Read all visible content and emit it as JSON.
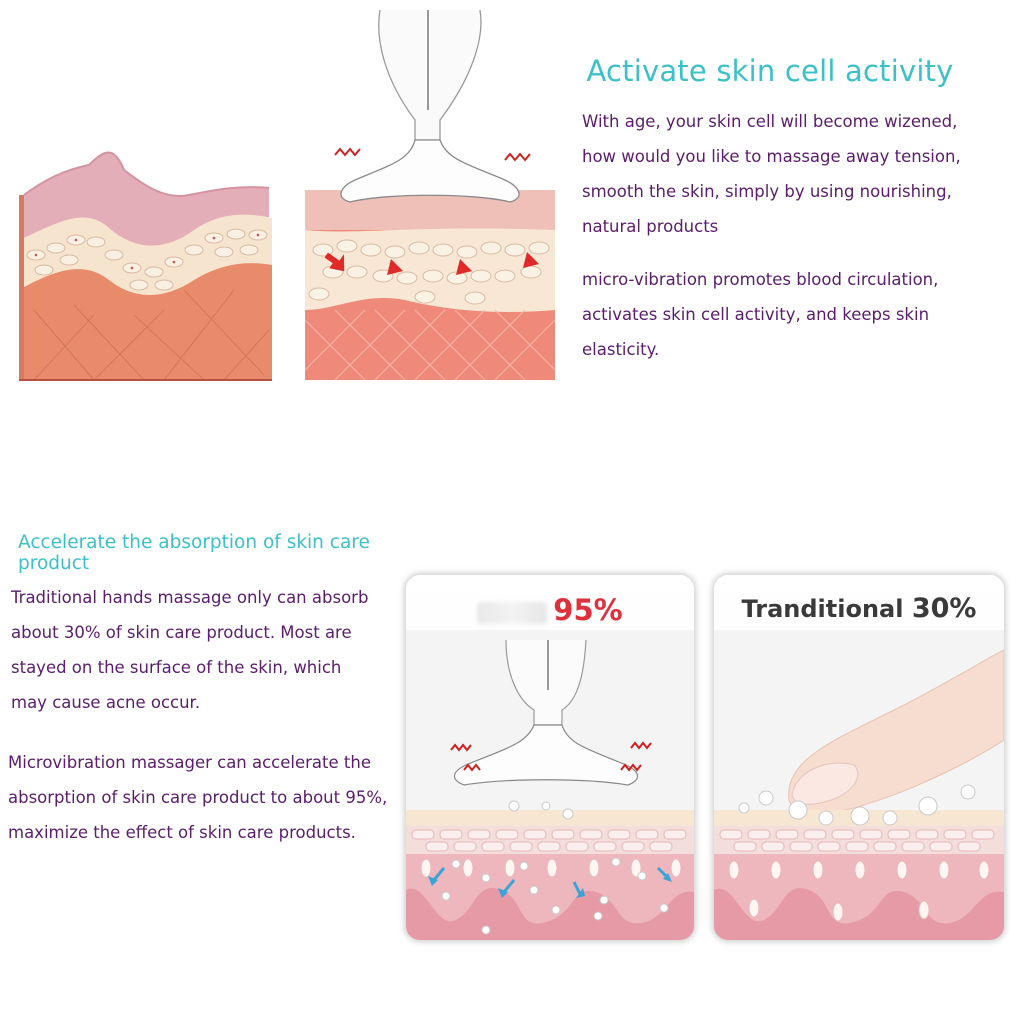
{
  "section1": {
    "heading": "Activate skin cell activity",
    "paragraph1": [
      "With age, your skin cell will become wizened,",
      "how would you like to massage away tension,",
      "smooth the skin, simply by using nourishing,",
      "natural products"
    ],
    "paragraph2": [
      "micro-vibration promotes blood circulation,",
      "activates skin cell activity, and keeps skin",
      "elasticity."
    ]
  },
  "section2": {
    "heading": "Accelerate the absorption of skin care product",
    "paragraph1": [
      "Traditional hands massage only can absorb",
      "about 30% of skin care product. Most are",
      "stayed on the surface of the skin, which",
      "may cause acne occur."
    ],
    "paragraph2": [
      "Microvibration massager can accelerate the",
      "absorption of skin care product to about 95%,",
      "maximize the effect of skin care products."
    ],
    "panel_left": {
      "percent": "95%"
    },
    "panel_right": {
      "label": "Tranditional",
      "percent": "30%"
    }
  }
}
